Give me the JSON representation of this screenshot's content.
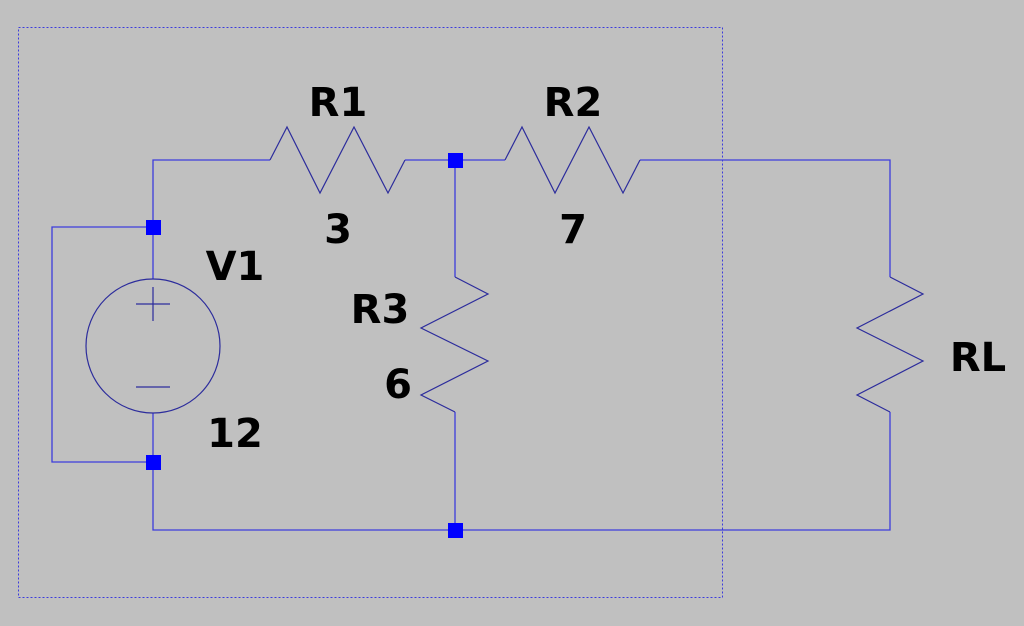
{
  "schematic": {
    "components": [
      {
        "ref": "V1",
        "type": "voltage-source",
        "value": "12"
      },
      {
        "ref": "R1",
        "type": "resistor",
        "value": "3"
      },
      {
        "ref": "R2",
        "type": "resistor",
        "value": "7"
      },
      {
        "ref": "R3",
        "type": "resistor",
        "value": "6"
      },
      {
        "ref": "RL",
        "type": "resistor",
        "value": ""
      }
    ],
    "colors": {
      "background": "#c0c0c0",
      "wire": "#3c3cdc",
      "junction": "#0000ff"
    }
  }
}
